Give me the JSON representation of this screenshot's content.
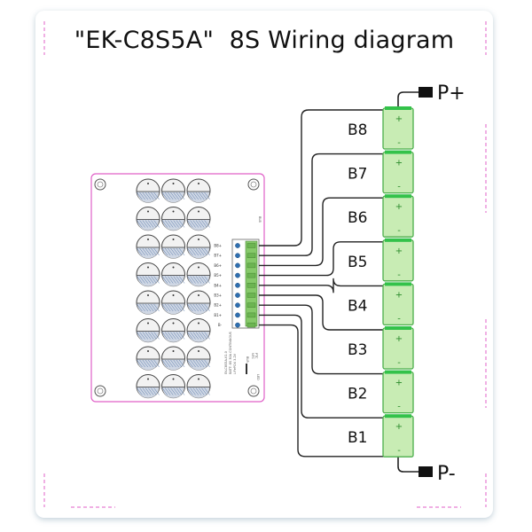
{
  "title": "\"EK-C8S5A\"  8S Wiring diagram",
  "terminals": {
    "positive": "P+",
    "negative": "P-"
  },
  "cells": [
    "B8",
    "B7",
    "B6",
    "B5",
    "B4",
    "B3",
    "B2",
    "B1"
  ],
  "cell_signs": {
    "plus": "+",
    "minus": "-"
  },
  "connector_pins": [
    "B8+",
    "B7+",
    "B6+",
    "B5+",
    "B4+",
    "B3+",
    "B2+",
    "B1+",
    "B-"
  ],
  "board_marks": {
    "top_right": "BLB",
    "mid_right": "BLR",
    "lower_right_a": "NTC",
    "lower_right_b": "PTC",
    "led": "LED",
    "info_line1": "EK-C8S5A-V1.0",
    "info_line2": "BATT: 8S 30A CONTINUOUS",
    "info_line3": "LiFePO4 3.2V"
  },
  "colors": {
    "pcb_outline": "#e060c8",
    "cell_fill": "#c8ecb4",
    "cell_stroke": "#4cae4c",
    "wire": "#222222",
    "frame_dash": "#e060c8",
    "connector": "#86c96a",
    "pin_dot": "#2f6fb0"
  },
  "icons": [
    "terminal-block-icon"
  ]
}
